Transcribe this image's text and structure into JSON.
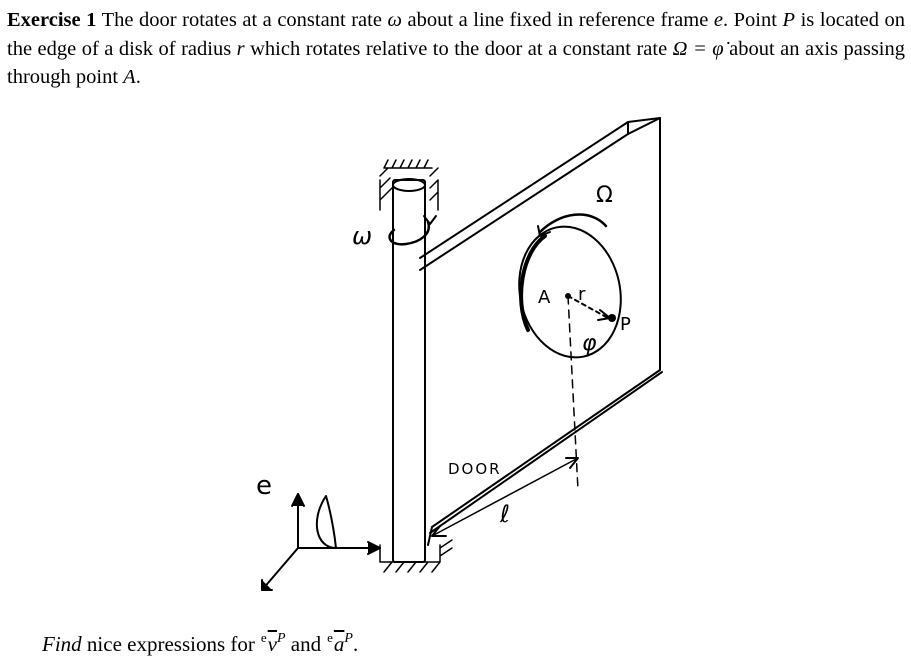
{
  "exercise": {
    "label": "Exercise 1",
    "statement_part1": "The door rotates at a constant rate",
    "omega_symbol": "ω",
    "statement_part2": "about a line fixed in reference frame",
    "frame_symbol": "e",
    "statement_part3": ". Point",
    "point_symbol": "P",
    "statement_part4": "is located on the edge of a disk of radius",
    "radius_symbol": "r",
    "statement_part5": "which rotates relative to the door at a constant rate",
    "rate_expr": "Ω = φ̇",
    "statement_part6": "about an axis passing through point",
    "axis_point_symbol": "A",
    "statement_end": "."
  },
  "figure": {
    "omega_label": "ω",
    "Omega_label": "Ω",
    "frame_label": "e",
    "point_A_label": "A",
    "radius_label": "r",
    "point_P_label": "P",
    "angle_label": "φ",
    "door_label": "DOOR",
    "length_label": "ℓ"
  },
  "question": {
    "find_word": "Find",
    "text": "nice expressions for",
    "frame_prefix": "e",
    "velocity_symbol": "v",
    "point_superscript": "P",
    "and_word": "and",
    "acceleration_symbol": "a",
    "end": "."
  }
}
